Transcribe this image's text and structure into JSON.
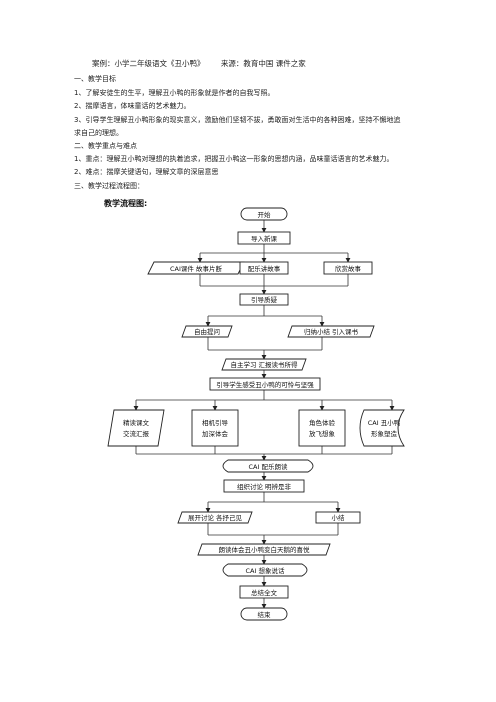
{
  "doc": {
    "header": {
      "case": "案例：小学二年级语文《丑小鸭》",
      "source": "来源：教育中国 课件之家"
    },
    "s1_title": "一、教学目标",
    "s1_items": [
      "1、了解安徒生的生平，理解丑小鸭的形象就是作者的自我写照。",
      "2、揣摩语言，体味童话的艺术魅力。",
      "3、引导学生理解丑小鸭形象的现实意义，激励他们坚韧不拔，勇敢面对生活中的各种困难，坚持不懈地追",
      "求自己的理想。"
    ],
    "s2_title": "二、教学重点与难点",
    "s2_items": [
      "1、重点：理解丑小鸭对理想的执着追求，把握丑小鸭这一形象的思想内涵，品味童话语言的艺术魅力。",
      "2、难点：揣摩关键语句，理解文章的深层意思"
    ],
    "s3_title": "三、教学过程流程图："
  },
  "flow": {
    "caption": "教学流程图:",
    "start": "开始",
    "intro": "导入新课",
    "b1": "CAI课件  故事片断",
    "b2": "配乐讲故事",
    "b3": "欣赏故事",
    "guide": "引导质疑",
    "ask": "自由提问",
    "summarize": "归纳小结  引入课书",
    "selfstudy": "自主学习  汇报读书所得",
    "feel": "引导学生感受丑小鸭的可怜与坚强",
    "c1a": "精读课文",
    "c1b": "交流汇报",
    "c2a": "相机引导",
    "c2b": "加深体会",
    "c3a": "角色体验",
    "c3b": "放飞想象",
    "c4a": "CAI 丑小鸭",
    "c4b": "形象塑造",
    "cai_read": "CAI  配乐朗读",
    "discuss": "组织讨论    明辨是非",
    "expand": "展开讨论  各抒己见",
    "small": "小结",
    "swan": "朗读体会丑小鸭变白天鹅的喜悦",
    "cai_imagine": "CAI   想象说话",
    "conclude": "总结全文",
    "end": "结束"
  }
}
